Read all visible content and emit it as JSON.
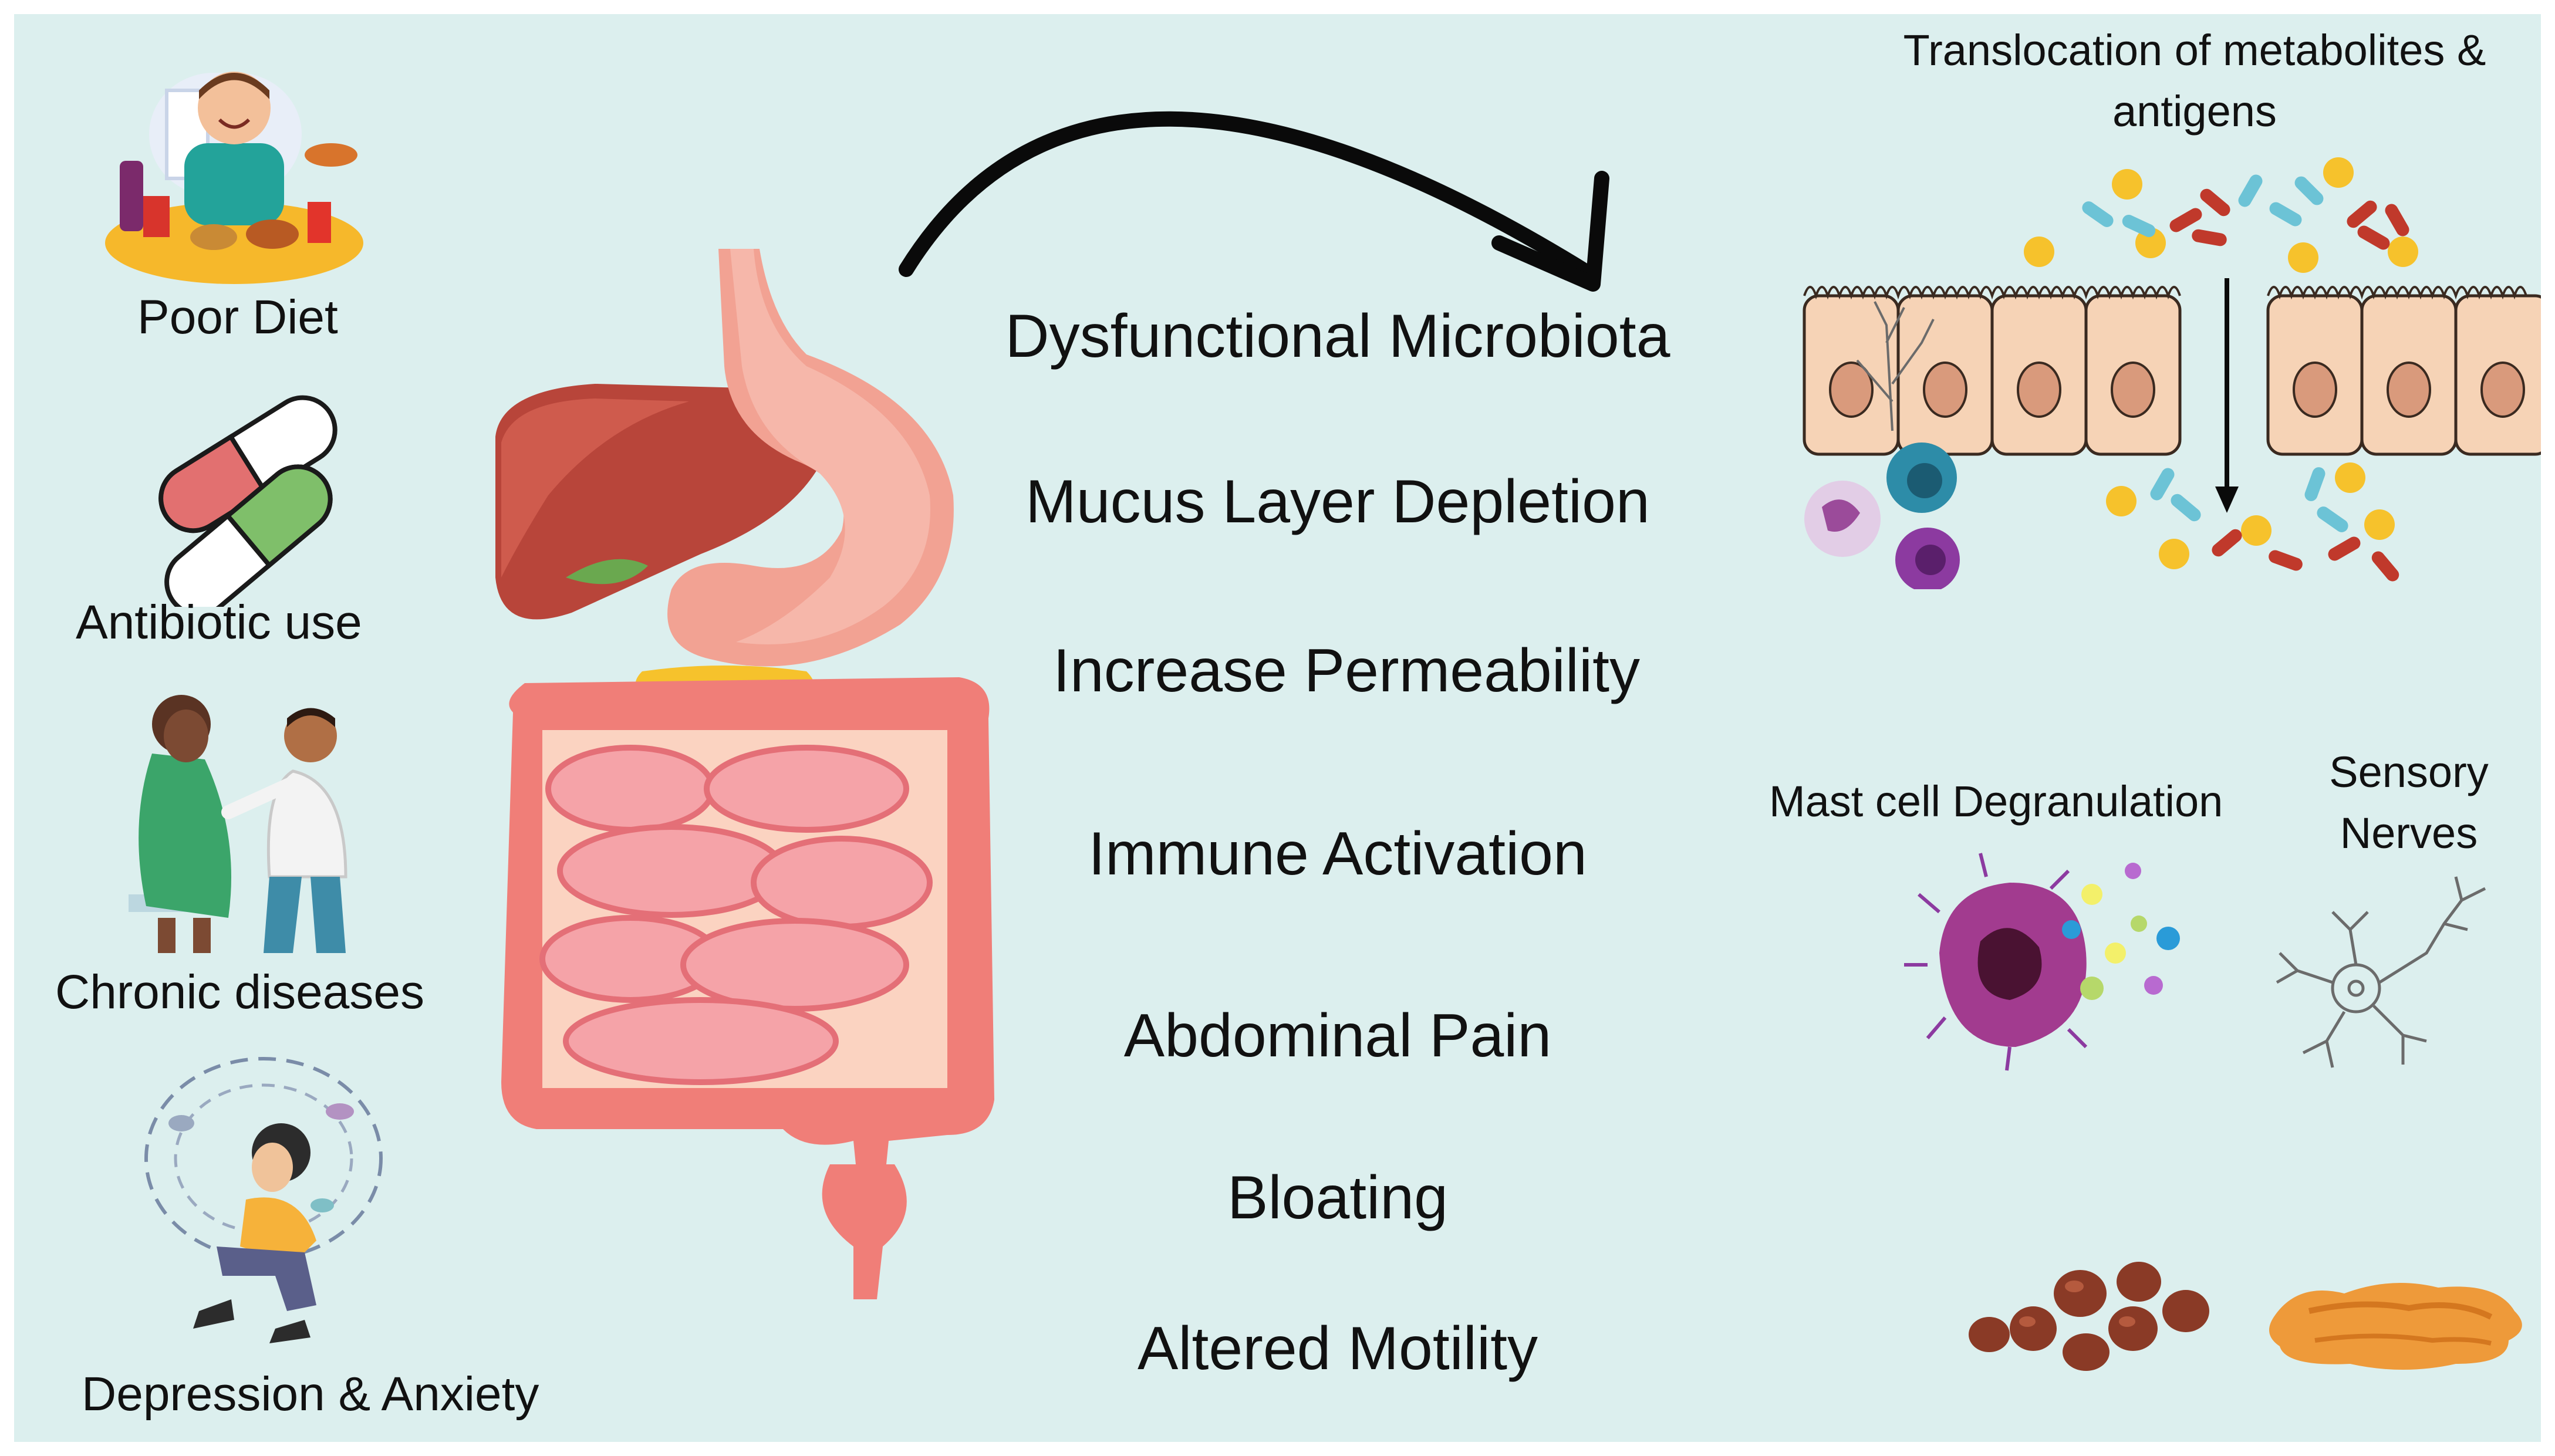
{
  "causes": [
    {
      "label": "Poor Diet",
      "icon": "person-eating-junk-food-icon"
    },
    {
      "label": "Antibiotic use",
      "icon": "capsule-pills-icon"
    },
    {
      "label": "Chronic diseases",
      "icon": "doctor-patient-icon"
    },
    {
      "label": "Depression & Anxiety",
      "icon": "anxious-person-icon"
    }
  ],
  "effects": [
    "Dysfunctional Microbiota",
    "Mucus Layer Depletion",
    "Increase Permeability",
    "Immune Activation",
    "Abdominal Pain",
    "Bloating",
    "Altered Motility"
  ],
  "right_labels": {
    "translocation": "Translocation of metabolites & antigens",
    "mast_cell": "Mast cell Degranulation",
    "sensory": "Sensory Nerves"
  },
  "colors": {
    "background": "#dcefee",
    "liver": "#b8453a",
    "stomach": "#f2a293",
    "intestine": "#f07e78",
    "epithelium": "#f6d3b6",
    "bacteria_yellow": "#f6c22c",
    "bacteria_blue": "#6cc3d6",
    "bacteria_red": "#c0392b"
  }
}
